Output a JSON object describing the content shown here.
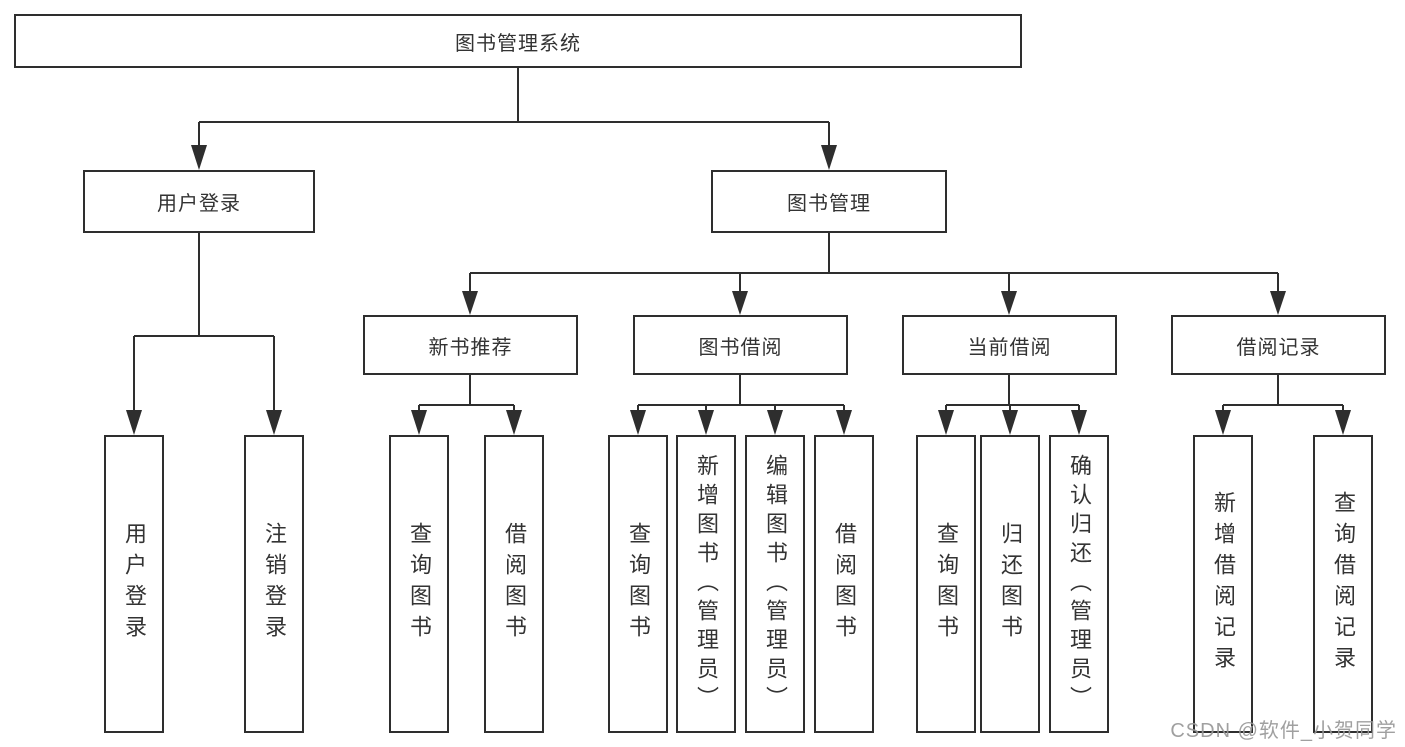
{
  "tree": {
    "label": "图书管理系统",
    "children": [
      {
        "label": "用户登录",
        "children": [
          {
            "label": "用户登录"
          },
          {
            "label": "注销登录"
          }
        ]
      },
      {
        "label": "图书管理",
        "children": [
          {
            "label": "新书推荐",
            "children": [
              {
                "label": "查询图书"
              },
              {
                "label": "借阅图书"
              }
            ]
          },
          {
            "label": "图书借阅",
            "children": [
              {
                "label": "查询图书"
              },
              {
                "label": "新增图书（管理员）"
              },
              {
                "label": "编辑图书（管理员）"
              },
              {
                "label": "借阅图书"
              }
            ]
          },
          {
            "label": "当前借阅",
            "children": [
              {
                "label": "查询图书"
              },
              {
                "label": "归还图书"
              },
              {
                "label": "确认归还（管理员）"
              }
            ]
          },
          {
            "label": "借阅记录",
            "children": [
              {
                "label": "新增借阅记录"
              },
              {
                "label": "查询借阅记录"
              }
            ]
          }
        ]
      }
    ]
  },
  "watermark": {
    "text": "CSDN @软件_小贺同学"
  },
  "colors": {
    "line": "#2e2e2e",
    "box_border": "#2e2e2e",
    "text": "#333333",
    "background": "#ffffff",
    "watermark": "#989898"
  }
}
